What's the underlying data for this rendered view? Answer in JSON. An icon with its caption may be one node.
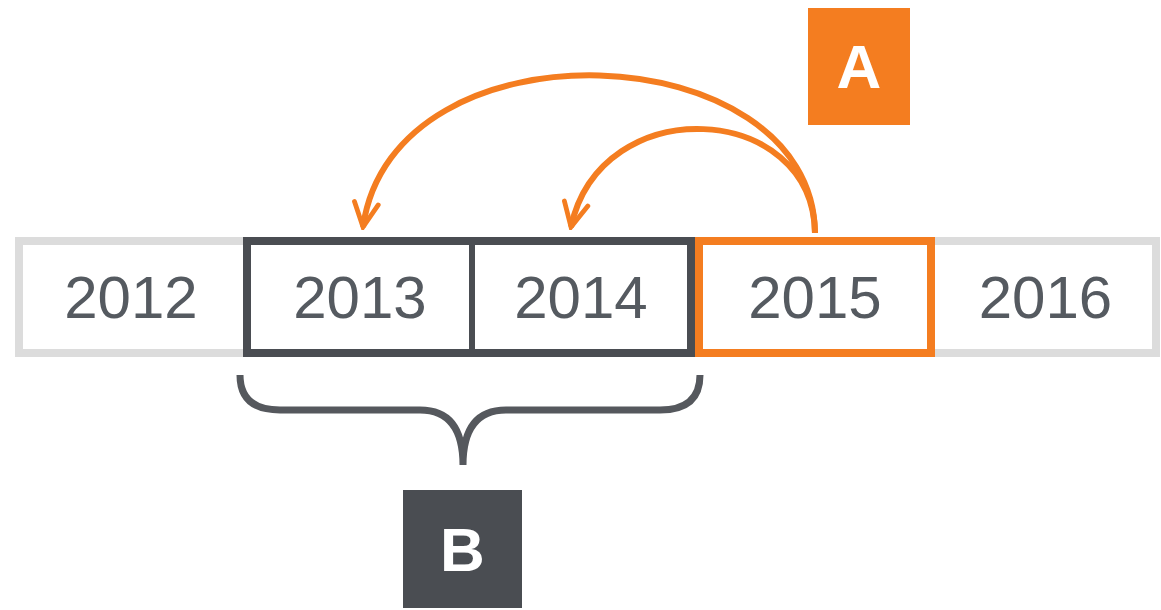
{
  "diagram": {
    "nodes": [
      {
        "text": [
          "2012"
        ]
      },
      {
        "text": [],
        "shape": "box"
      },
      {
        "text": [
          "2013"
        ],
        "in": 1
      },
      {
        "text": [
          "2014"
        ],
        "in": 1
      },
      {
        "text": [
          "2015"
        ]
      },
      {
        "text": [
          "2016"
        ]
      },
      {
        "text": [
          "A"
        ]
      },
      {
        "text": [
          "B"
        ]
      }
    ],
    "edges": [
      {
        "from": 4,
        "to": 2,
        "arrow": "to",
        "color": "#f47d20"
      },
      {
        "from": 4,
        "to": 3,
        "arrow": "to",
        "color": "#f47d20"
      }
    ]
  }
}
